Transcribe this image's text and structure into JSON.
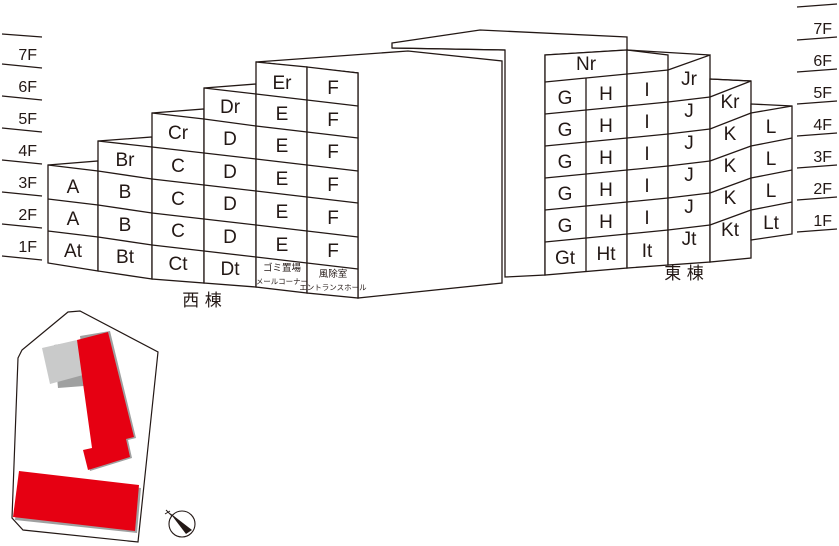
{
  "floor_labels_left": [
    "7F",
    "6F",
    "5F",
    "4F",
    "3F",
    "2F",
    "1F"
  ],
  "floor_labels_right": [
    "7F",
    "6F",
    "5F",
    "4F",
    "3F",
    "2F",
    "1F"
  ],
  "west_building": {
    "name": "西 棟",
    "columns": [
      {
        "id": "A",
        "cells": [
          "A",
          "A",
          "At"
        ]
      },
      {
        "id": "B",
        "cells": [
          "Br",
          "B",
          "B",
          "Bt"
        ]
      },
      {
        "id": "C",
        "cells": [
          "Cr",
          "C",
          "C",
          "C",
          "Ct"
        ]
      },
      {
        "id": "D",
        "cells": [
          "Dr",
          "D",
          "D",
          "D",
          "D",
          "Dt"
        ]
      },
      {
        "id": "E",
        "cells": [
          "Er",
          "E",
          "E",
          "E",
          "E",
          "E"
        ],
        "ground_label_1": "ゴミ置場",
        "ground_label_2": "メールコーナー"
      },
      {
        "id": "F",
        "cells": [
          "F",
          "F",
          "F",
          "F",
          "F",
          "F"
        ],
        "ground_label_1": "風除室",
        "ground_label_2": "エントランスホール"
      }
    ]
  },
  "east_building": {
    "name": "東 棟",
    "roof_label": "Nr",
    "columns": [
      {
        "id": "G",
        "cells": [
          "G",
          "G",
          "G",
          "G",
          "G",
          "Gt"
        ]
      },
      {
        "id": "H",
        "cells": [
          "H",
          "H",
          "H",
          "H",
          "H",
          "Ht"
        ]
      },
      {
        "id": "I",
        "cells": [
          "I",
          "I",
          "I",
          "I",
          "I",
          "It"
        ]
      },
      {
        "id": "J",
        "cells": [
          "Jr",
          "J",
          "J",
          "J",
          "J",
          "Jt"
        ]
      },
      {
        "id": "K",
        "cells": [
          "Kr",
          "K",
          "K",
          "K",
          "Kt"
        ]
      },
      {
        "id": "L",
        "cells": [
          "L",
          "L",
          "L",
          "Lt"
        ]
      }
    ]
  },
  "site_plan": {
    "building_color": "#e60012",
    "annex_color": "#c9caca",
    "shadow_color": "#9fa0a0",
    "compass": "north-arrow"
  }
}
